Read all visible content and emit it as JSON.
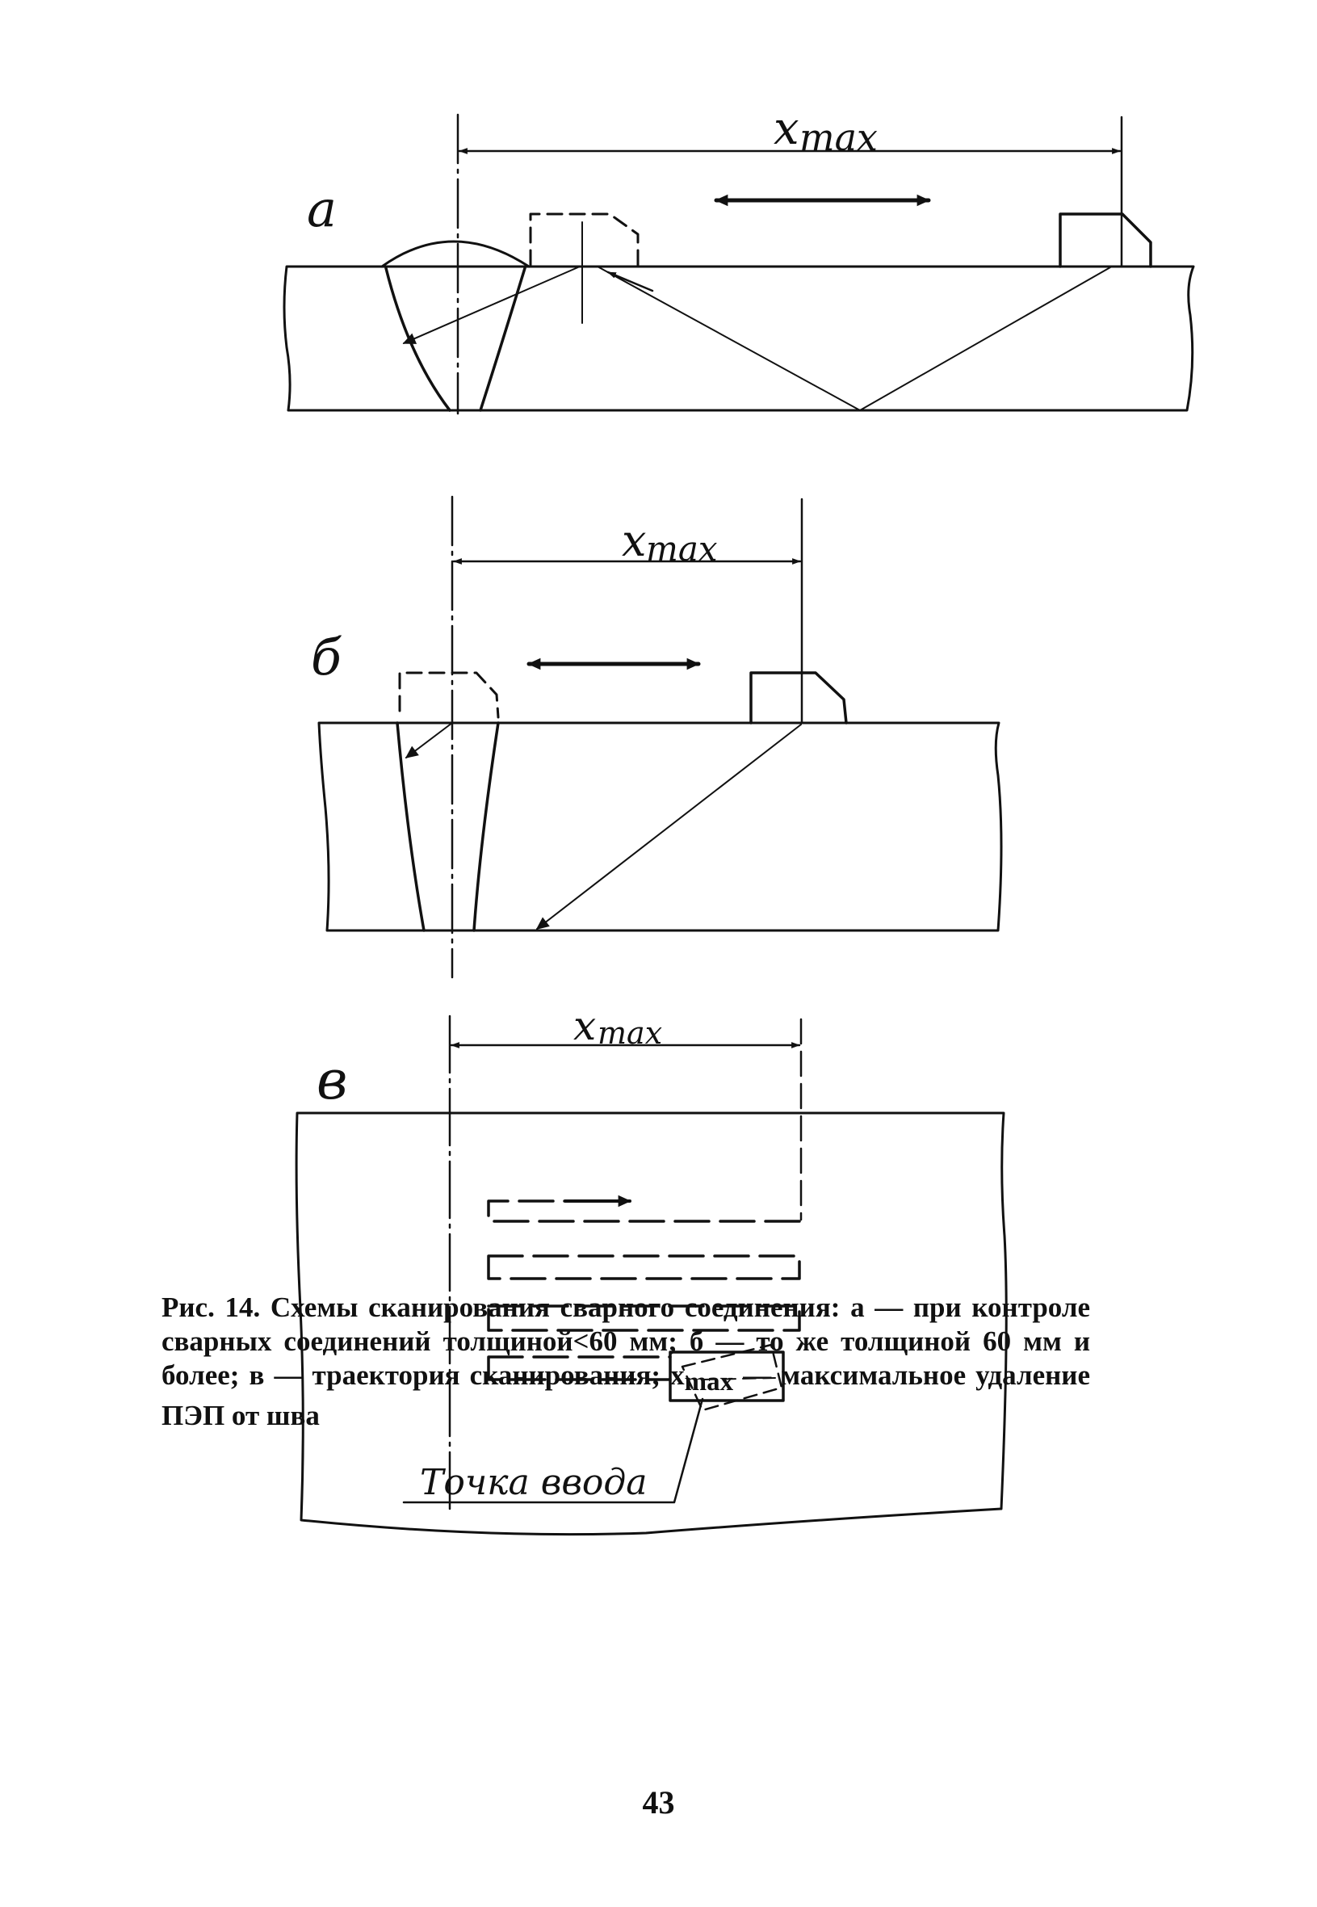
{
  "figure": {
    "panel_a_label": "а",
    "panel_b_label": "б",
    "panel_c_label": "в",
    "dimension_label": "x",
    "dimension_subscript": "max",
    "entry_point_label": "Точка ввода"
  },
  "caption": {
    "text_before": "Рис. 14. Схемы сканирования сварного соединения: а — при контроле сварных соединений толщиной<60 мм; б — то же толщиной 60 мм и более; в — траектория сканирования; x",
    "subscript": "max",
    "text_after": " — максимальное удаление ПЭП от шва"
  },
  "page_number": "43"
}
